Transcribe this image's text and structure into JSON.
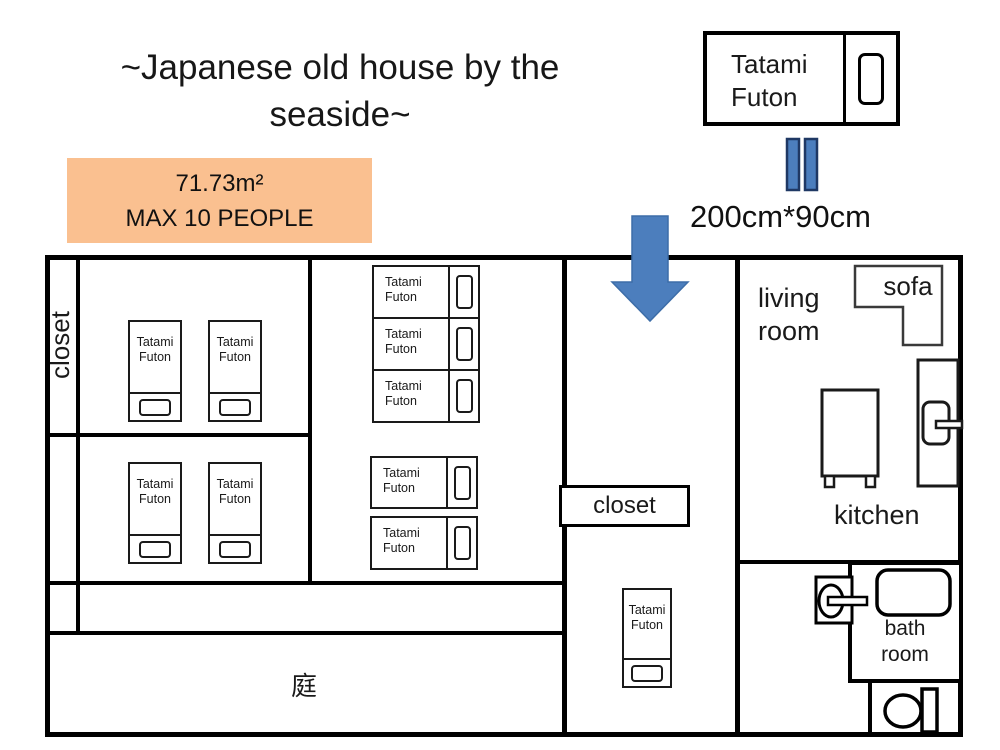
{
  "title": {
    "line1": "~Japanese old house by the",
    "line2": "seaside~"
  },
  "info": {
    "area": "71.73m²",
    "capacity": "MAX 10 PEOPLE"
  },
  "legend": {
    "size_label": "200cm*90cm"
  },
  "futon": {
    "line1": "Tatami",
    "line2": "Futon"
  },
  "rooms": {
    "closet_left": "closet",
    "closet_middle": "closet",
    "living_line1": "living",
    "living_line2": "room",
    "sofa": "sofa",
    "kitchen": "kitchen",
    "bath_line1": "bath",
    "bath_line2": "room",
    "garden": "庭"
  },
  "colors": {
    "accent_blue": "#4C7EBD",
    "info_bg": "#FAC090",
    "wall": "#000000"
  }
}
